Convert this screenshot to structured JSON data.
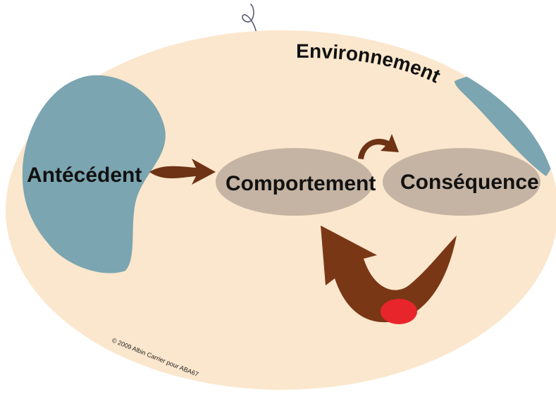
{
  "diagram": {
    "environment_label": "Environnement",
    "antecedent_label": "Antécédent",
    "comportement_label": "Comportement",
    "consequence_label": "Conséquence",
    "copyright": "© 2009 Albin Carrier pour ABA67"
  },
  "colors": {
    "environment_fill": "#fbe7cd",
    "blob_fill": "#7ba5b0",
    "node_fill": "#c5b4a3",
    "arrow_fill": "#6e3215",
    "mouth_fill": "#7a3716",
    "tongue_fill": "#e8252b",
    "text": "#111111"
  },
  "icons": {
    "top_scribble": "loop-squiggle",
    "feedback_arrow": "smile-arrow"
  }
}
